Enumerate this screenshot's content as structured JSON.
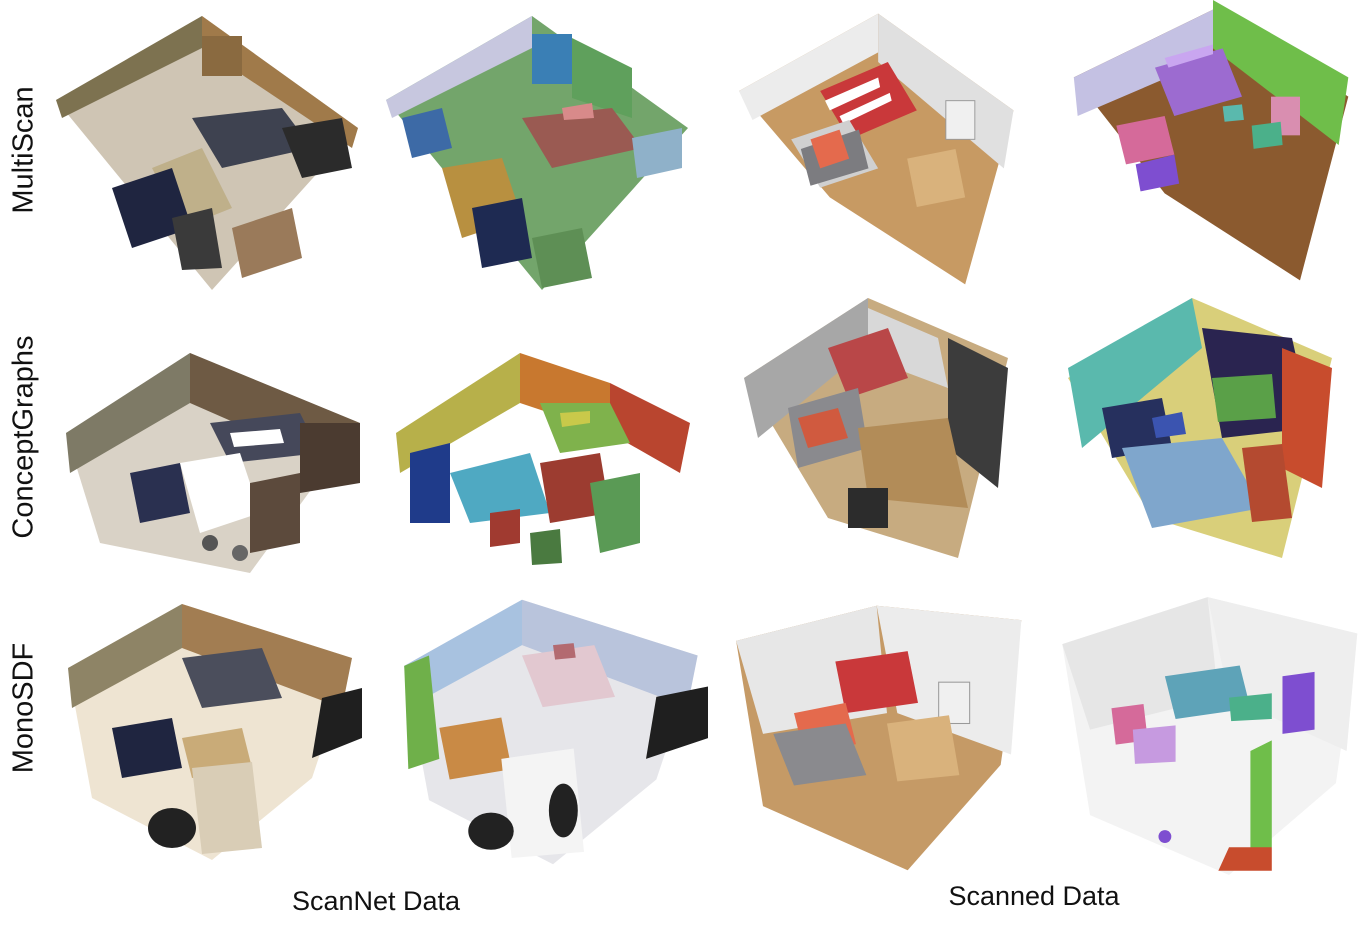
{
  "figure": {
    "rows": [
      {
        "label": "MultiScan"
      },
      {
        "label": "ConceptGraphs"
      },
      {
        "label": "MonoSDF"
      }
    ],
    "column_groups": [
      {
        "label": "ScanNet Data"
      },
      {
        "label": "Scanned Data"
      }
    ],
    "panels": [
      {
        "row": 0,
        "col": 0,
        "kind": "rgb-mesh",
        "scene": "scannet"
      },
      {
        "row": 0,
        "col": 1,
        "kind": "semantic-mesh",
        "scene": "scannet"
      },
      {
        "row": 0,
        "col": 2,
        "kind": "rgb-mesh",
        "scene": "scanned"
      },
      {
        "row": 0,
        "col": 3,
        "kind": "semantic-mesh",
        "scene": "scanned"
      },
      {
        "row": 1,
        "col": 0,
        "kind": "rgb-pointcloud",
        "scene": "scannet"
      },
      {
        "row": 1,
        "col": 1,
        "kind": "semantic-pointcloud",
        "scene": "scannet"
      },
      {
        "row": 1,
        "col": 2,
        "kind": "rgb-pointcloud",
        "scene": "scanned"
      },
      {
        "row": 1,
        "col": 3,
        "kind": "semantic-pointcloud",
        "scene": "scanned"
      },
      {
        "row": 2,
        "col": 0,
        "kind": "rgb-sdf",
        "scene": "scannet"
      },
      {
        "row": 2,
        "col": 1,
        "kind": "semantic-sdf",
        "scene": "scannet"
      },
      {
        "row": 2,
        "col": 2,
        "kind": "rgb-sdf",
        "scene": "scanned"
      },
      {
        "row": 2,
        "col": 3,
        "kind": "semantic-sdf",
        "scene": "scanned"
      }
    ],
    "colors": {
      "scannet_rgb_wall": "#a08060",
      "scannet_rgb_floor": "#cfc5b4",
      "scannet_sem_floor": "#73a56b",
      "scannet_sem_wall_blue": "#3a7fb5",
      "scannet_sem_wall_green": "#5fa05c",
      "scannet_sem_sofa": "#9a5a52",
      "scanned_rgb_wall": "#e8e8e8",
      "scanned_rgb_floor": "#c79a63",
      "scanned_sem_wall_purple": "#c4c1e3",
      "scanned_sem_wall_green": "#6fbe4a",
      "scanned_sem_floor": "#8b5a2f",
      "scanned_sem_bed": "#9c6bd0",
      "pc_teal": "#5ab9ad",
      "pc_red": "#c84c2d",
      "pc_olive": "#b7b04a",
      "pc_navy": "#26305e",
      "sdf_cream": "#eee4d2",
      "sdf_light_blue": "#a8c2e0"
    }
  }
}
